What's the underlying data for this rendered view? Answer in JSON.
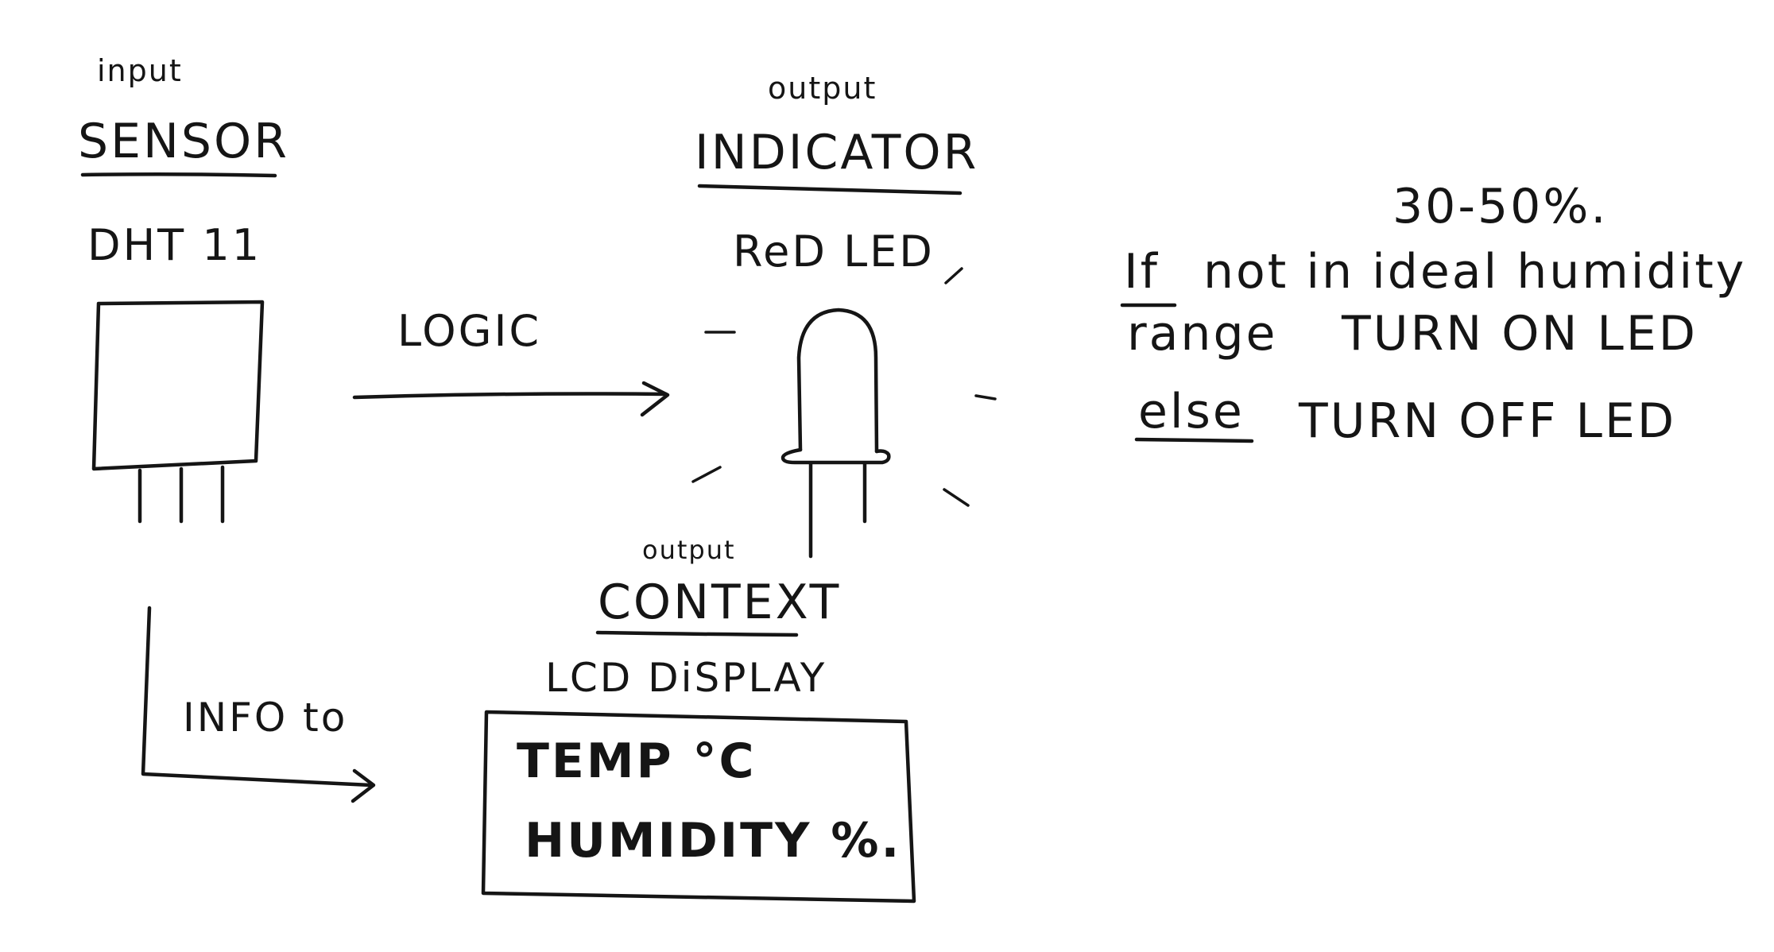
{
  "sensor": {
    "role": "input",
    "title": "SENSOR",
    "name": "DHT 11"
  },
  "indicator": {
    "role": "output",
    "title": "INDICATOR",
    "name": "ReD LED"
  },
  "context": {
    "role": "output",
    "title": "CONTEXT",
    "name": "LCD DiSPLAY",
    "display_line_1": "TEMP °C",
    "display_line_2": "HUMIDITY %."
  },
  "arrows": {
    "logic_label": "LOGIC",
    "info_label": "INFO to"
  },
  "rule": {
    "range": "30-50%.",
    "if_keyword": "If",
    "condition": "not in ideal humidity",
    "range_word": "range",
    "then_action": "TURN ON LED",
    "else_keyword": "else",
    "else_action": "TURN OFF LED"
  }
}
